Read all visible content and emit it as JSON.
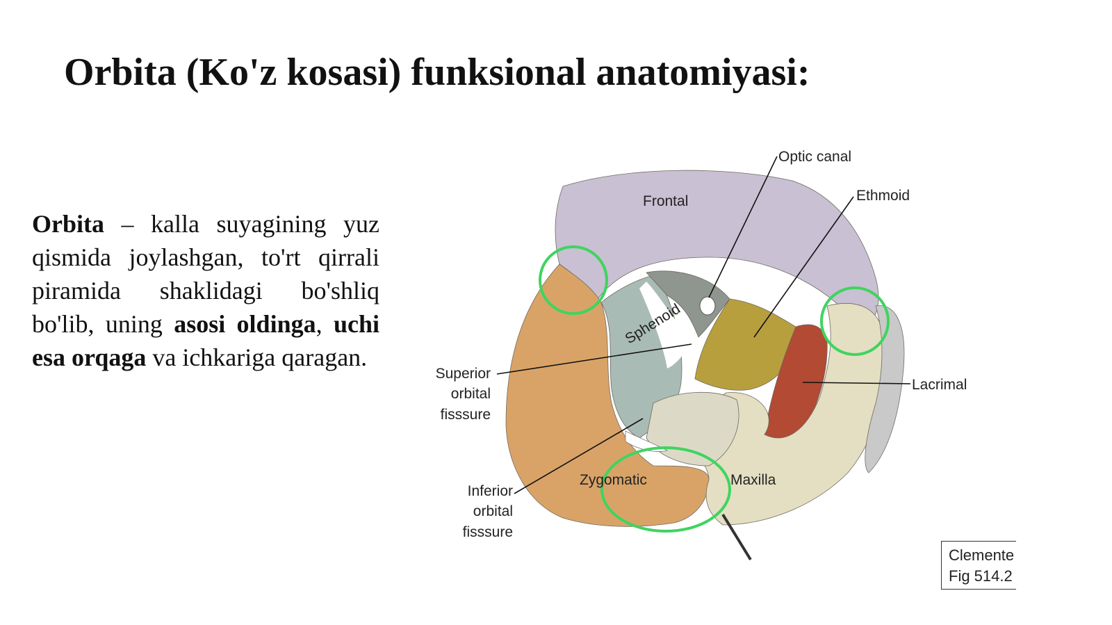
{
  "slide": {
    "title": "Orbita (Ko'z kosasi) funksional anatomiyasi:",
    "paragraph": {
      "term": "Orbita",
      "part1": " – kalla suyagining yuz qismida joylashgan, to'rt qirrali piramida shaklidagi bo'shliq bo'lib, uning ",
      "bold1": "asosi oldinga",
      "part2": ", ",
      "bold2": "uchi esa orqaga",
      "part3": " va ichkariga qaragan."
    }
  },
  "figure": {
    "labels": {
      "optic_canal": "Optic canal",
      "ethmoid": "Ethmoid",
      "frontal": "Frontal",
      "sphenoid": "Sphenoid",
      "superior_orbital_1": "Superior",
      "superior_orbital_2": "orbital",
      "superior_orbital_3": "fisssure",
      "lacrimal": "Lacrimal",
      "inferior_orbital_1": "Inferior",
      "inferior_orbital_2": "orbital",
      "inferior_orbital_3": "fisssure",
      "zygomatic": "Zygomatic",
      "maxilla": "Maxilla"
    },
    "source_line1": "Clemente",
    "source_line2": "Fig 514.2",
    "colors": {
      "frontal": "#c9c0d3",
      "zygomatic": "#d9a368",
      "sphenoid": "#a9bbb5",
      "ethmoid": "#b89f3e",
      "lacrimal": "#b24a34",
      "maxilla": "#e4dfc2",
      "suture_circle": "#3fd45f"
    }
  }
}
